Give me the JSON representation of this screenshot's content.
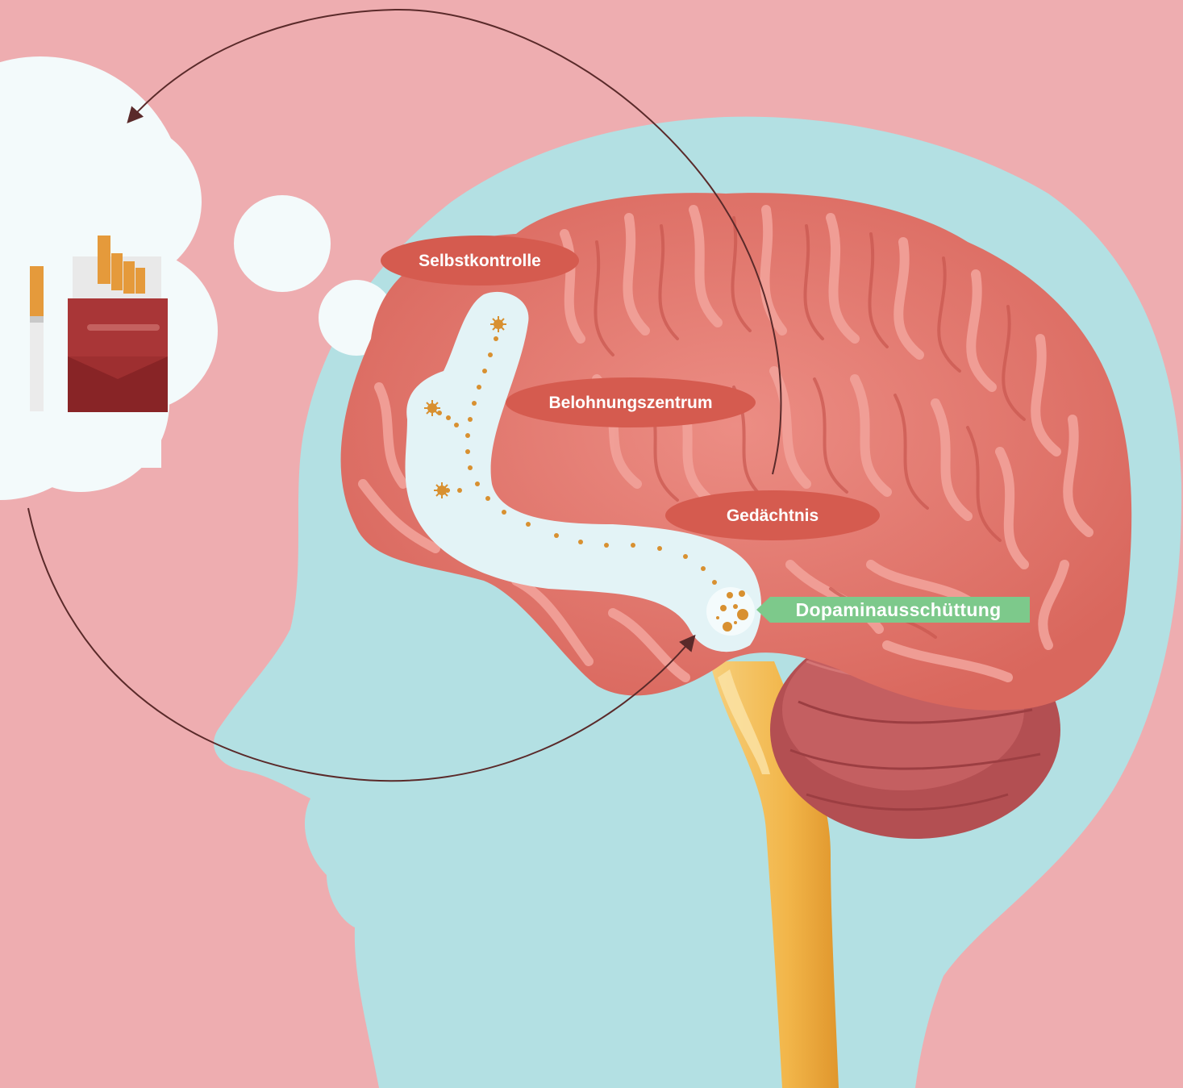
{
  "labels": {
    "self_control": "Selbstkontrolle",
    "reward_center": "Belohnungszentrum",
    "memory": "Gedächtnis",
    "dopamine_release": "Dopaminausschüttung"
  },
  "colors": {
    "background": "#eeadb0",
    "head_silhouette": "#b3e0e3",
    "brain": "#e47c72",
    "brain_fold": "#f2a29a",
    "cerebellum": "#b34f52",
    "brainstem": "#f2b64a",
    "pathway": "#e3f3f6",
    "dopamine_dots": "#d89030",
    "label_red": "#d55b4f",
    "label_green": "#7dc98b",
    "arrow": "#5a2a2a",
    "thought_cloud": "#f3fafb",
    "cigarette_pack": "#9e2f30"
  },
  "icons": [
    "cigarette-pack-icon",
    "cigarette-icon",
    "thought-bubble-icon",
    "cycle-arrow-icon",
    "dopamine-particles-icon"
  ]
}
